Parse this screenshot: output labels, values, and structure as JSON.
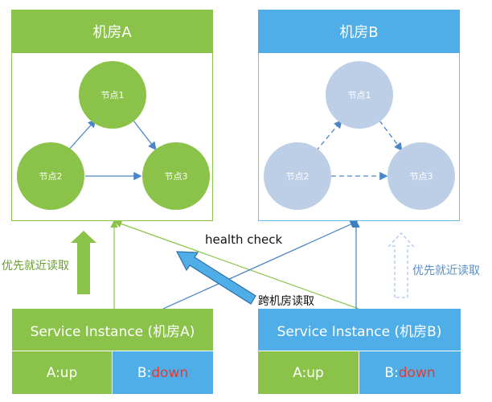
{
  "colors": {
    "green": "#8BC34A",
    "green_border": "#8BC34A",
    "blue": "#4FAEE8",
    "blue_border": "#66BFF0",
    "pale_blue_node": "#BCCFE7",
    "arrow_blue": "#4A86C7",
    "down_red": "#E53935",
    "pale_arrow": "#A8C8EC"
  },
  "datacenter_a": {
    "title": "机房A",
    "nodes": [
      "节点1",
      "节点2",
      "节点3"
    ]
  },
  "datacenter_b": {
    "title": "机房B",
    "nodes": [
      "节点1",
      "节点2",
      "节点3"
    ]
  },
  "service_a": {
    "title": "Service Instance (机房A)",
    "a_status": "A:up",
    "b_prefix": "B:",
    "b_status": "down"
  },
  "service_b": {
    "title": "Service Instance (机房B)",
    "a_status": "A:up",
    "b_prefix": "B:",
    "b_status": "down"
  },
  "labels": {
    "health_check": "health check",
    "prefer_local_left": "优先就近读取",
    "prefer_local_right": "优先就近读取",
    "cross_dc_read": "跨机房读取"
  }
}
